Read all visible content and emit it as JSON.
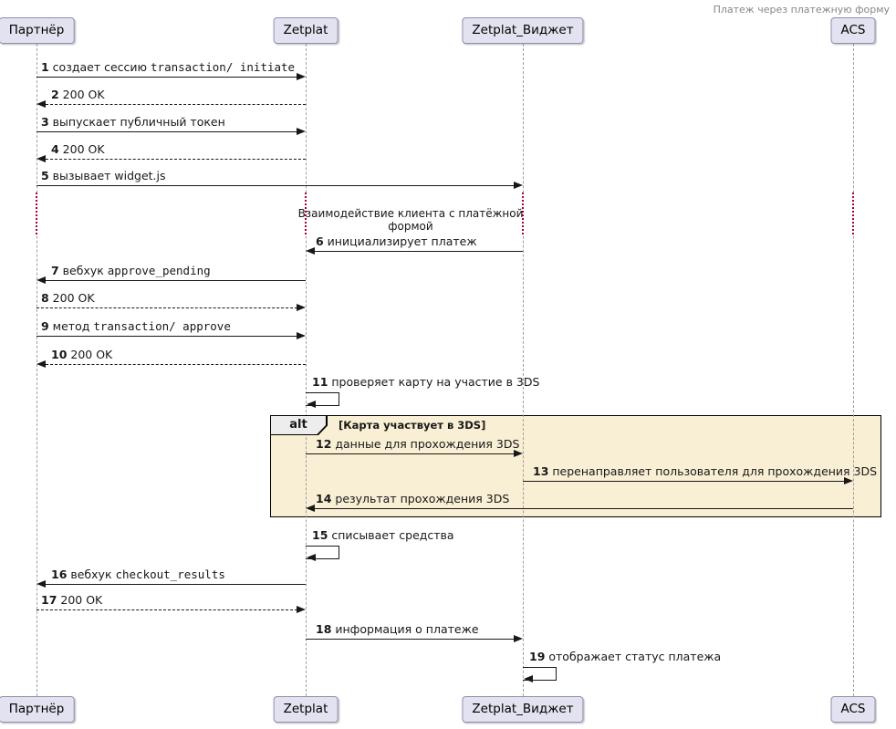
{
  "title": "Платеж через платежную форму",
  "participants": [
    {
      "name": "Партнёр"
    },
    {
      "name": "Zetplat"
    },
    {
      "name": "Zetplat_Виджет"
    },
    {
      "name": "ACS"
    }
  ],
  "delay_note": "Взаимодействие клиента с платёжной формой",
  "alt_frame": {
    "label": "alt",
    "condition": "[Карта участвует в 3DS]"
  },
  "messages": [
    {
      "num": "1",
      "pre": " создает сессию ",
      "mono": "transaction/ initiate"
    },
    {
      "num": "2",
      "pre": " 200 OK",
      "mono": ""
    },
    {
      "num": "3",
      "pre": " выпускает публичный токен",
      "mono": ""
    },
    {
      "num": "4",
      "pre": " 200 OK",
      "mono": ""
    },
    {
      "num": "5",
      "pre": " вызывает widget.js",
      "mono": ""
    },
    {
      "num": "6",
      "pre": " инициализирует платеж",
      "mono": ""
    },
    {
      "num": "7",
      "pre": " вебхук ",
      "mono": "approve_pending"
    },
    {
      "num": "8",
      "pre": " 200 OK",
      "mono": ""
    },
    {
      "num": "9",
      "pre": " метод ",
      "mono": "transaction/ approve"
    },
    {
      "num": "10",
      "pre": " 200 OK",
      "mono": ""
    },
    {
      "num": "11",
      "pre": " проверяет карту на участие в 3DS",
      "mono": ""
    },
    {
      "num": "12",
      "pre": " данные для прохождения 3DS",
      "mono": ""
    },
    {
      "num": "13",
      "pre": " перенаправляет пользователя для прохождения 3DS",
      "mono": ""
    },
    {
      "num": "14",
      "pre": " результат прохождения 3DS",
      "mono": ""
    },
    {
      "num": "15",
      "pre": " списывает средства",
      "mono": ""
    },
    {
      "num": "16",
      "pre": " вебхук ",
      "mono": "checkout_results"
    },
    {
      "num": "17",
      "pre": " 200 OK",
      "mono": ""
    },
    {
      "num": "18",
      "pre": " информация о платеже",
      "mono": ""
    },
    {
      "num": "19",
      "pre": " отображает статус платежа",
      "mono": ""
    }
  ],
  "colors": {
    "participant_fill": "#E2E2F0",
    "participant_border": "#8E8EAF",
    "frame_background": "#F9EFD5",
    "frame_border": "#000000",
    "frame_label_fill": "#EDEDED",
    "delay_dot": "#A80036",
    "lifeline": "#9E9E9E",
    "arrow": "#181818",
    "title_text": "#878787"
  }
}
